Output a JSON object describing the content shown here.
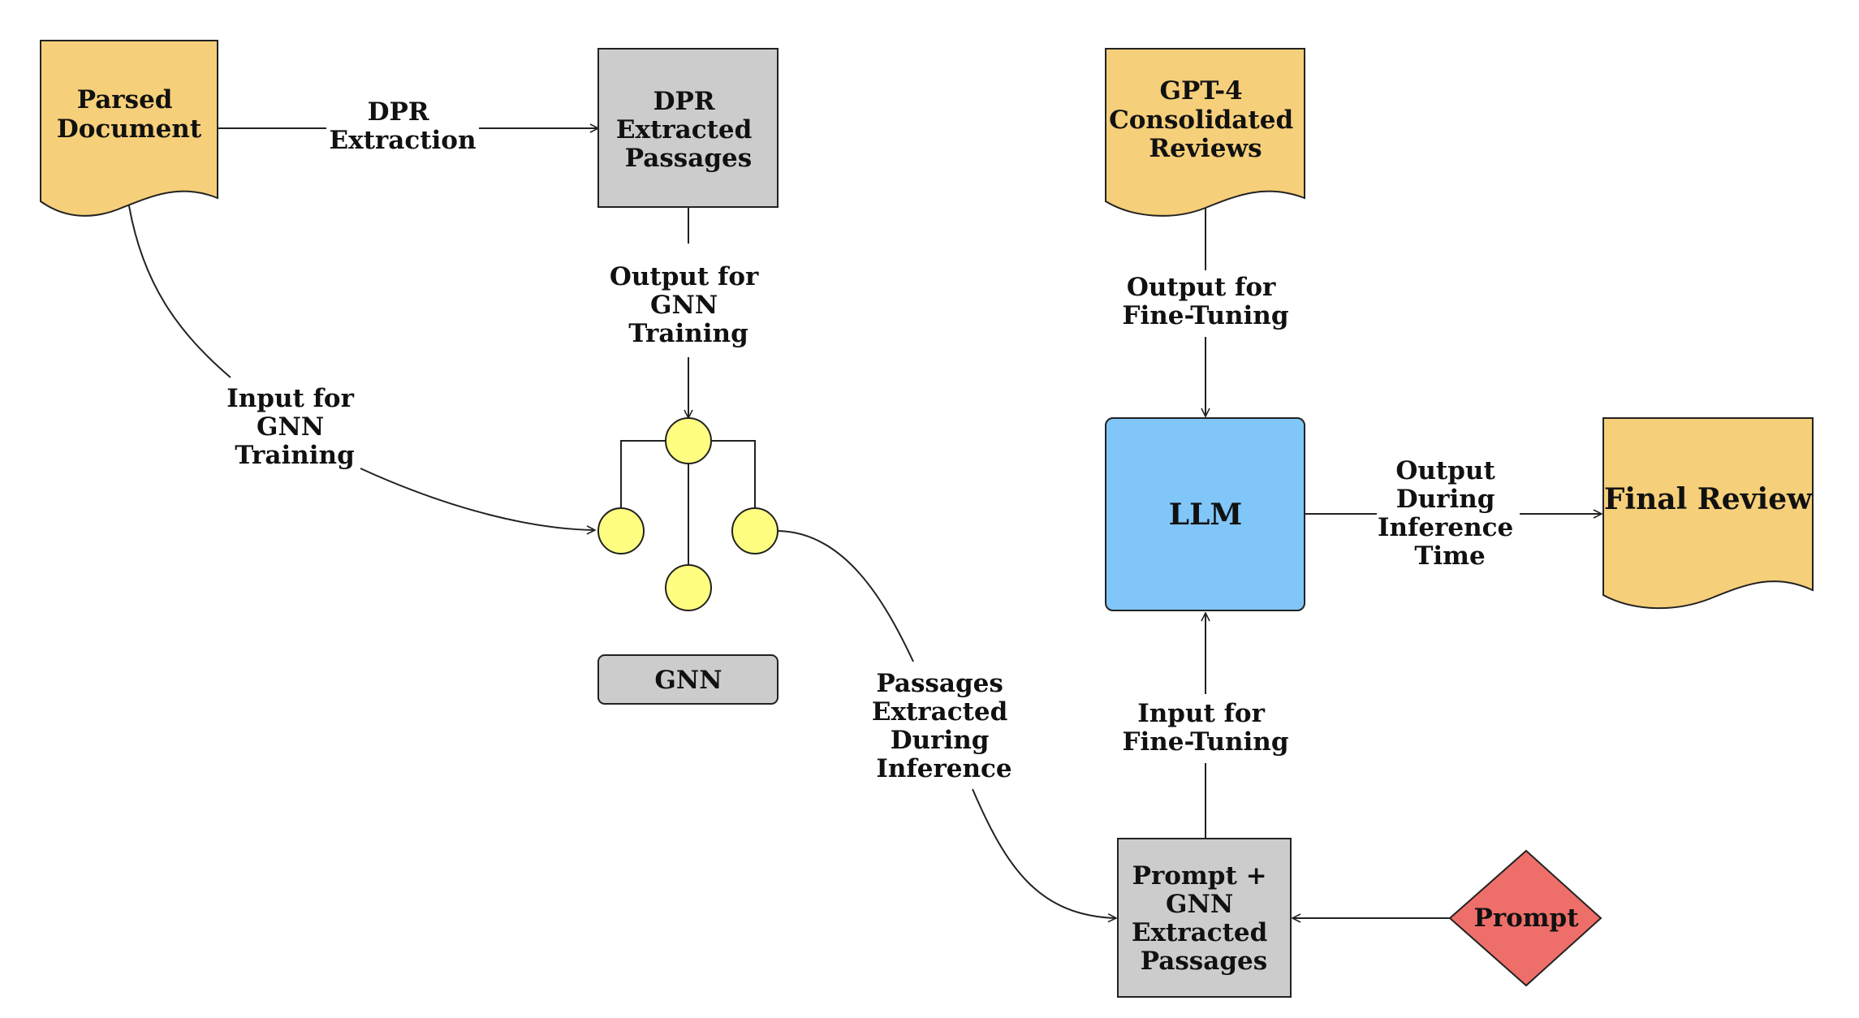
{
  "nodes": {
    "parsed_document": [
      "Parsed",
      "Document"
    ],
    "dpr_passages": [
      "DPR",
      "Extracted",
      "Passages"
    ],
    "gpt4_reviews": [
      "GPT-4",
      "Consolidated",
      "Reviews"
    ],
    "gnn_label": "GNN",
    "llm": "LLM",
    "final_review": "Final Review",
    "prompt_gnn_passages": [
      "Prompt +",
      "GNN",
      "Extracted",
      "Passages"
    ],
    "prompt": "Prompt"
  },
  "edges": {
    "dpr_extraction": [
      "DPR",
      "Extraction"
    ],
    "output_gnn_training": [
      "Output for",
      "GNN",
      "Training"
    ],
    "input_gnn_training": [
      "Input for",
      "GNN",
      "Training"
    ],
    "passages_inference": [
      "Passages",
      "Extracted",
      "During",
      "Inference"
    ],
    "output_fine_tuning": [
      "Output for",
      "Fine-Tuning"
    ],
    "input_fine_tuning": [
      "Input for",
      "Fine-Tuning"
    ],
    "output_inference_time": [
      "Output",
      "During",
      "Inference",
      "Time"
    ]
  },
  "colors": {
    "document": "#f6cf7a",
    "process_gray": "#cccccc",
    "llm": "#80c6f8",
    "prompt": "#ee6f6a",
    "gnn_node": "#fffe80",
    "stroke": "#222222"
  }
}
